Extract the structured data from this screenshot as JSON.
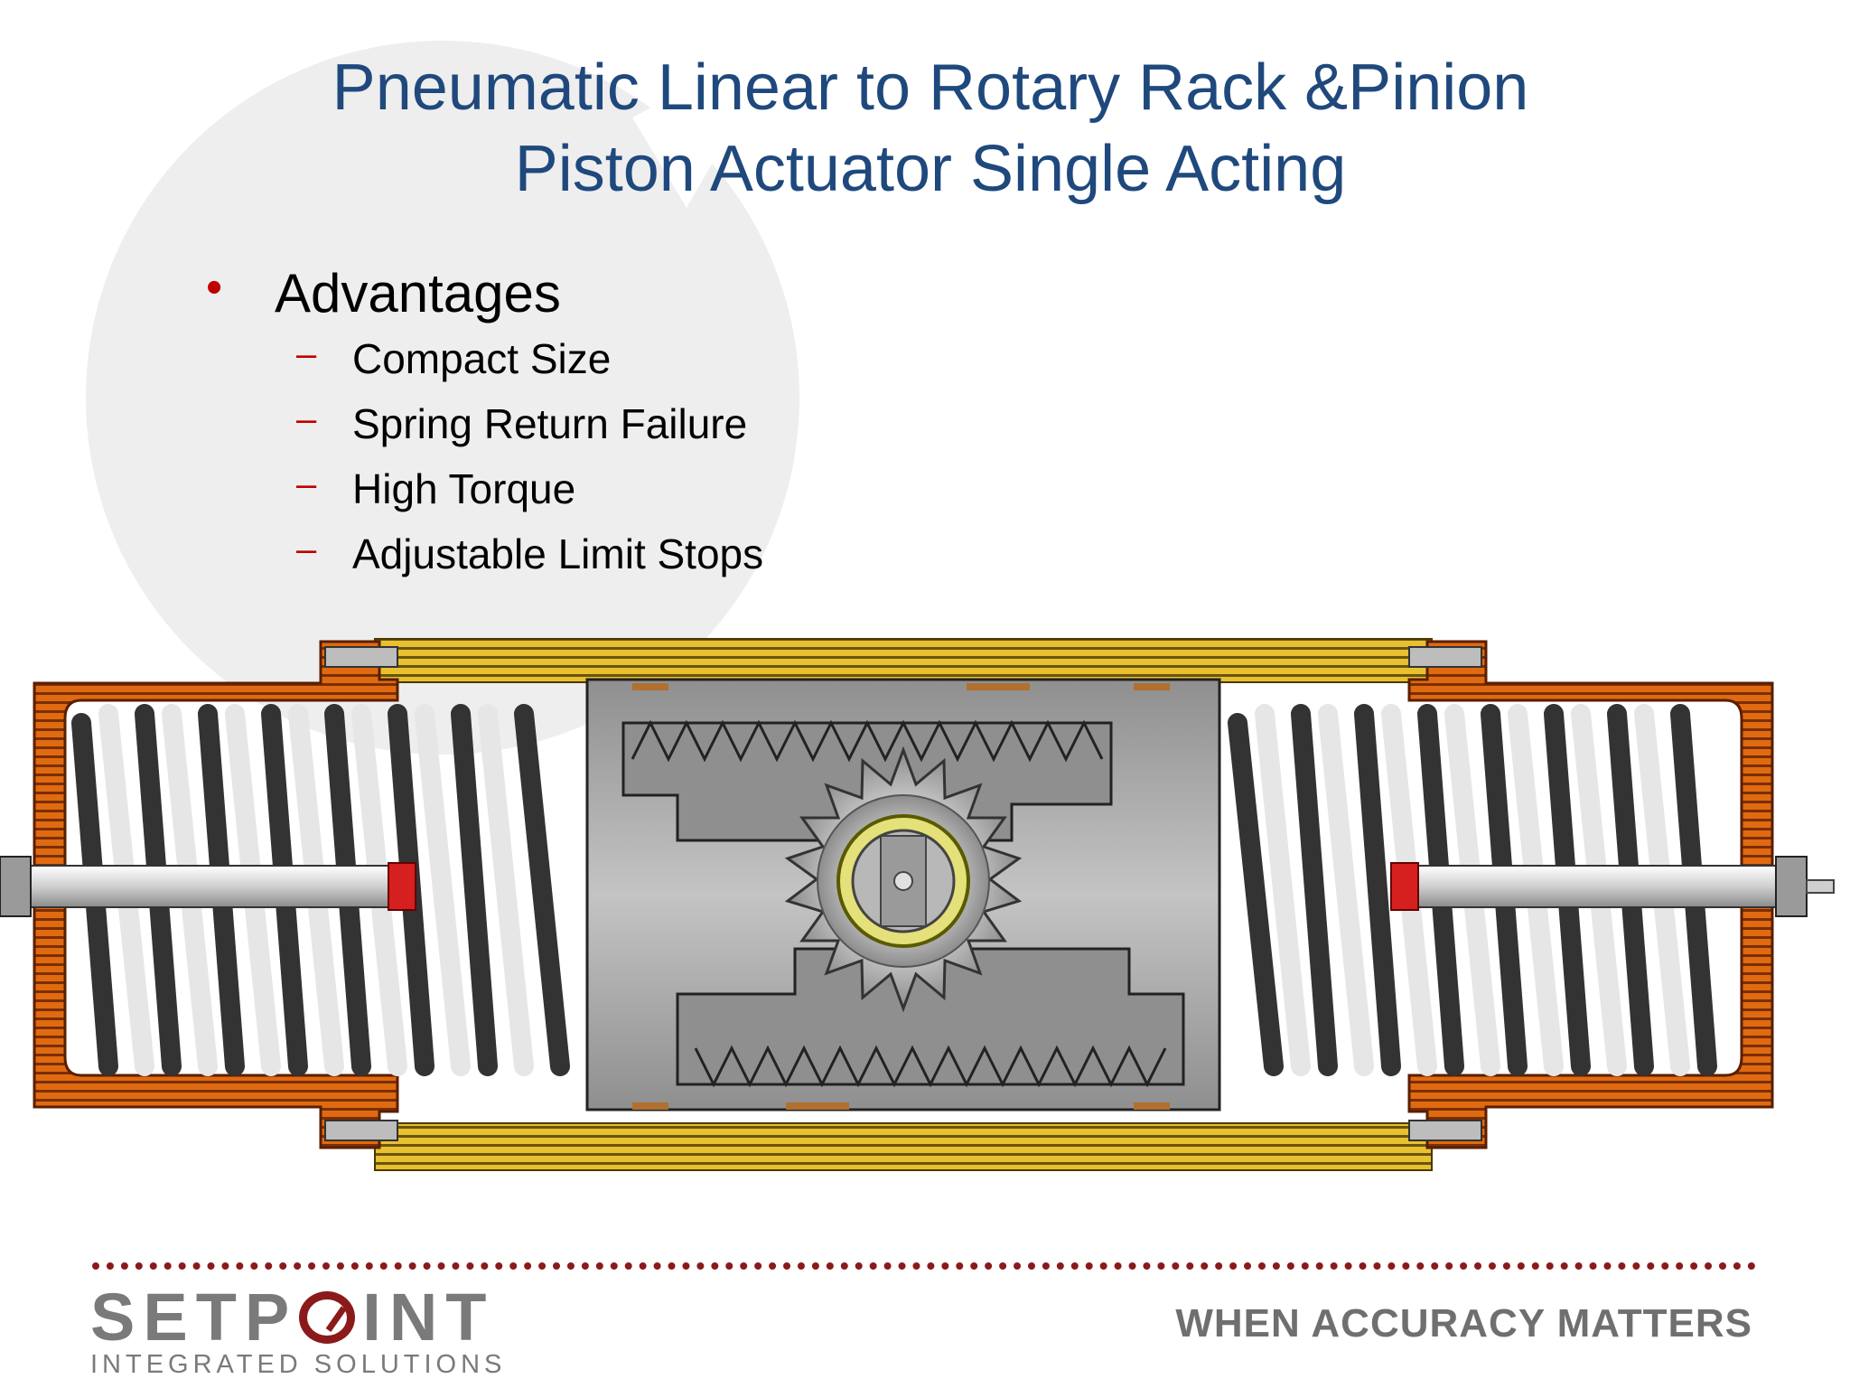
{
  "slide": {
    "title_line1": "Pneumatic Linear to Rotary Rack &Pinion",
    "title_line2": "Piston Actuator Single Acting",
    "bullet_marker": "•",
    "bullet": "Advantages",
    "sub_marker": "–",
    "sub_items": [
      "Compact Size",
      "Spring Return Failure",
      "High Torque",
      "Adjustable Limit Stops"
    ]
  },
  "footer": {
    "logo_part1": "SETP",
    "logo_part2": "INT",
    "logo_subtitle": "INTEGRATED SOLUTIONS",
    "tagline": "WHEN ACCURACY MATTERS"
  },
  "colors": {
    "title": "#1f497d",
    "bullet_marker": "#c00000",
    "brand_red": "#8b1a1a",
    "body_housing": "#e06a10",
    "cylinder_tube": "#e8c030",
    "logo_gray": "#7a7a7a"
  }
}
